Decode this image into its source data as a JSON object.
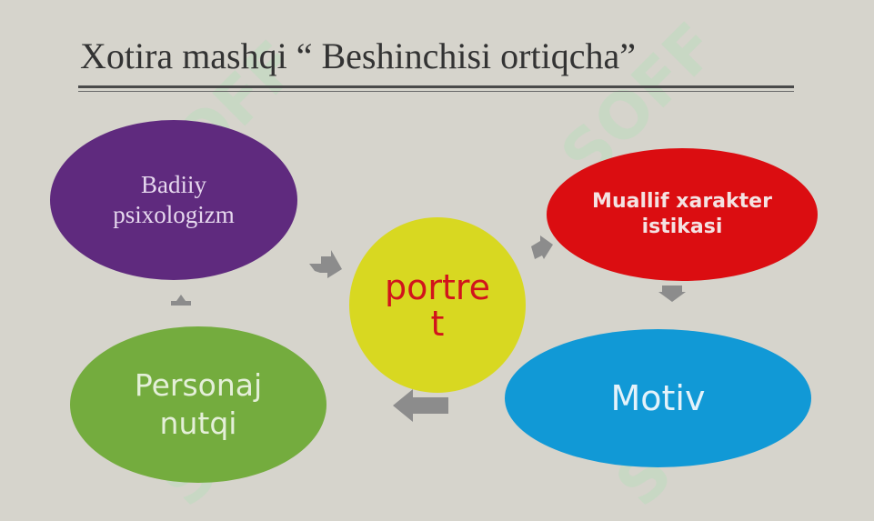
{
  "title": "Xotira mashqi “ Beshinchisi ortiqcha”",
  "nodes": {
    "badiiy": "Badiiy psixologizm",
    "portret": "portret",
    "muallif": "Muallif xarakteristikasi",
    "motiv": "Motiv",
    "personaj": "Personaj nutqi"
  },
  "watermark": "SOFF",
  "colors": {
    "background": "#d6d4cc",
    "badiiy": "#5f2a7e",
    "portret": "#d8d821",
    "portret_text": "#d1141c",
    "muallif": "#db0d11",
    "motiv": "#1199d6",
    "personaj": "#74ac3e",
    "arrow": "#8c8c8c"
  }
}
